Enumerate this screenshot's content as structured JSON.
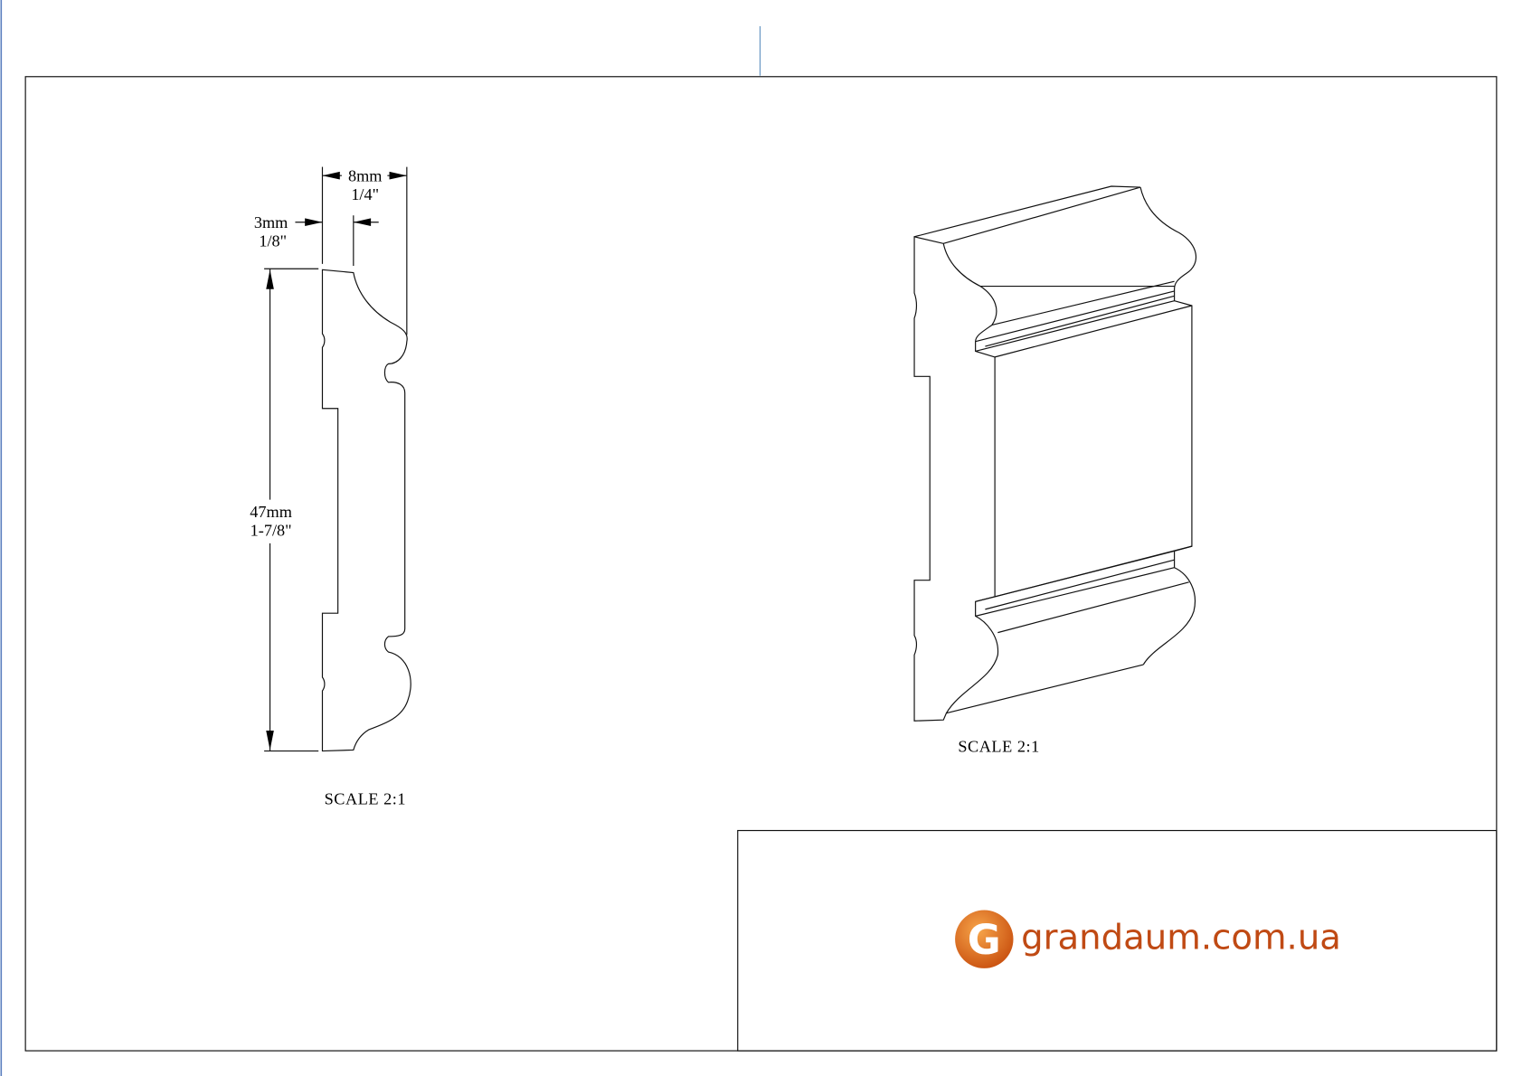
{
  "profile_view": {
    "width_dim_mm": "8mm",
    "width_dim_in": "1/4\"",
    "offset_dim_mm": "3mm",
    "offset_dim_in": "1/8\"",
    "height_dim_mm": "47mm",
    "height_dim_in": "1-7/8\"",
    "scale_label": "SCALE  2:1"
  },
  "iso_view": {
    "scale_label": "SCALE  2:1"
  },
  "title_block": {
    "logo_letter": "G",
    "logo_text": "grandaum.com.ua",
    "brand_color": "#c04a14"
  }
}
